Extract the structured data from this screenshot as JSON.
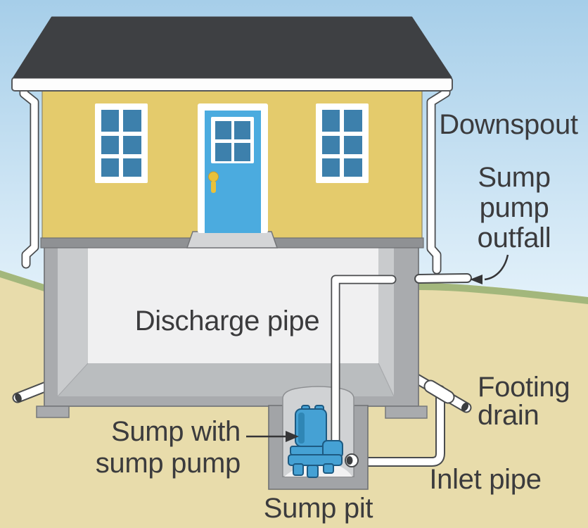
{
  "diagram": {
    "labels": {
      "downspout": "Downspout",
      "sump_pump_outfall": "Sump\npump\noutfall",
      "discharge_pipe": "Discharge pipe",
      "sump_with_sump_pump": "Sump with\nsump pump",
      "sump_pit": "Sump pit",
      "inlet_pipe": "Inlet pipe",
      "footing_drain": "Footing\ndrain"
    },
    "colors": {
      "sky_top": "#a6cee9",
      "sky_bottom": "#e6f3fb",
      "ground": "#e8dcab",
      "grass": "#a3b77c",
      "roof": "#3e4043",
      "fascia": "#fdfdfd",
      "wall": "#e4cb6c",
      "window_pane": "#3d80ac",
      "window_frame": "#ffffff",
      "door": "#4babdf",
      "door_knob": "#e9c13b",
      "concrete": "#a9abae",
      "concrete_dark": "#8f9194",
      "concrete_light": "#c9cbcd",
      "concrete_bevel": "#babdbf",
      "interior_wall": "#f0f0f1",
      "pit_interior": "#d0d2d4",
      "pit_mound": "#f1f1f2",
      "pump_blue": "#45a1d4",
      "pump_outline": "#1d5a82",
      "pipe_fill": "#ffffff",
      "pipe_outline": "#4a4c4e",
      "label_text": "#3b3b3d",
      "arrow": "#353537"
    }
  }
}
